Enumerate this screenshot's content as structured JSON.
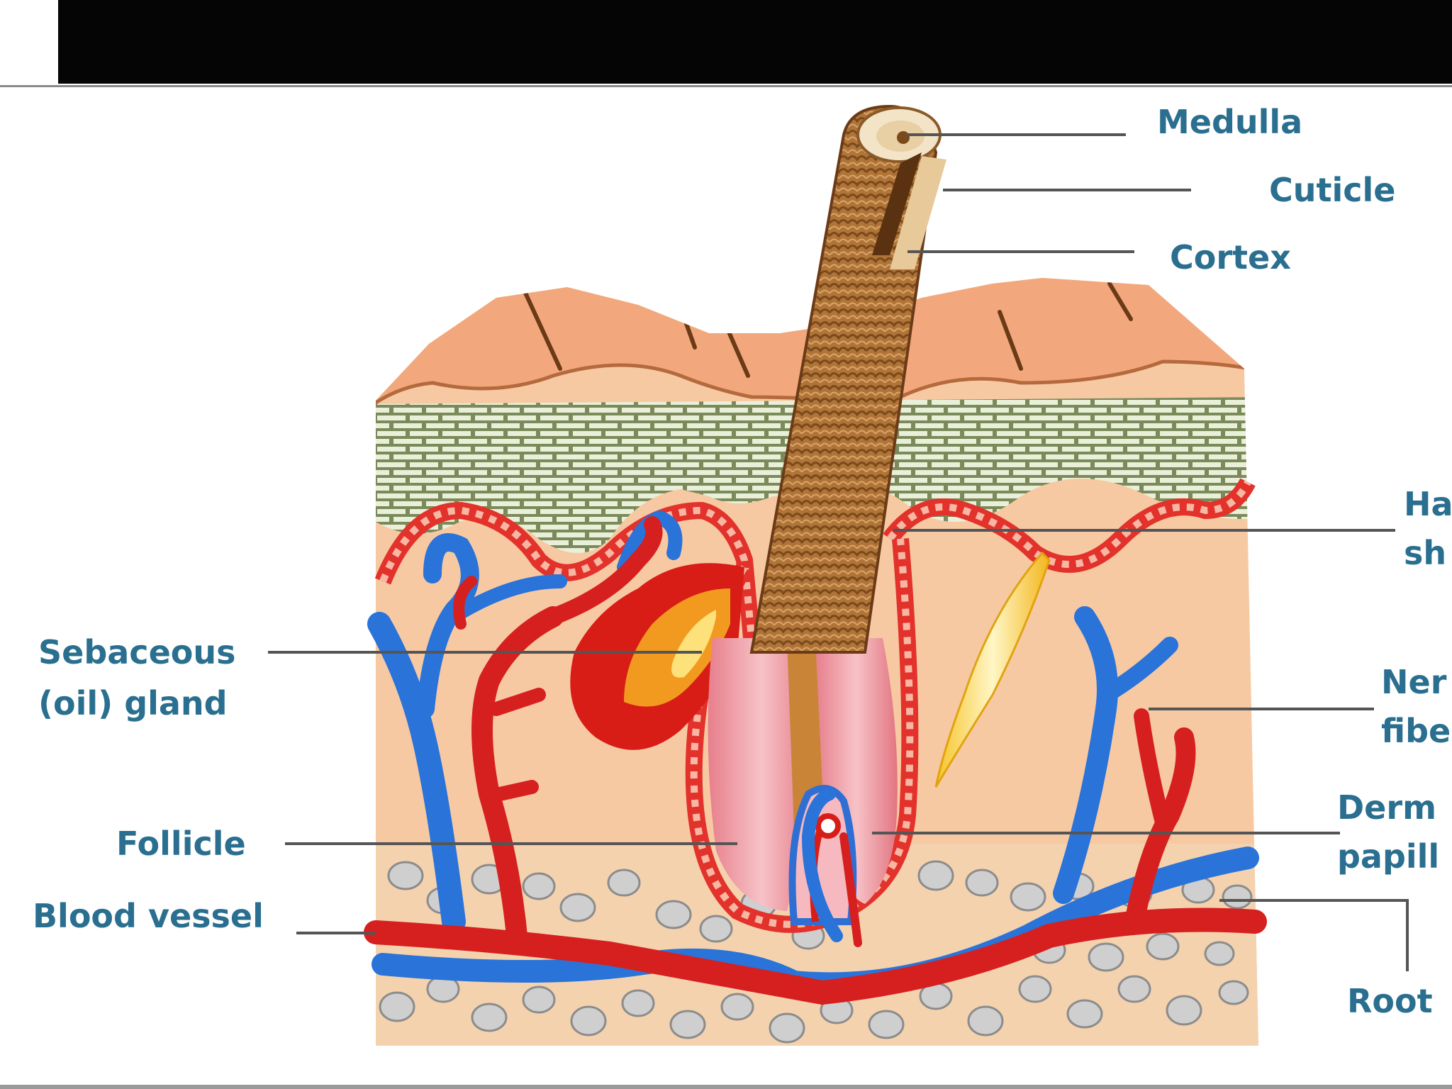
{
  "labels": {
    "medulla": "Medulla",
    "cuticle": "Cuticle",
    "cortex": "Cortex",
    "hair_shaft_line1": "Ha",
    "hair_shaft_line2": "sh",
    "nerve_fiber_line1": "Ner",
    "nerve_fiber_line2": "fibe",
    "dermal_papilla_line1": "Derm",
    "dermal_papilla_line2": "papill",
    "root": "Root",
    "sebaceous_line1": "Sebaceous",
    "sebaceous_line2": "(oil) gland",
    "follicle": "Follicle",
    "blood_vessel": "Blood vessel"
  },
  "colors": {
    "label_text": "#2a6f8f",
    "leader_line": "#555555",
    "skin_surface": "#f2a87c",
    "epidermis_cells": "#b6c29a",
    "dermis": "#f9d2ac",
    "artery": "#d6201f",
    "vein": "#2a73d9",
    "fat": "#c8c8c8",
    "hair": "#b87a3e"
  }
}
